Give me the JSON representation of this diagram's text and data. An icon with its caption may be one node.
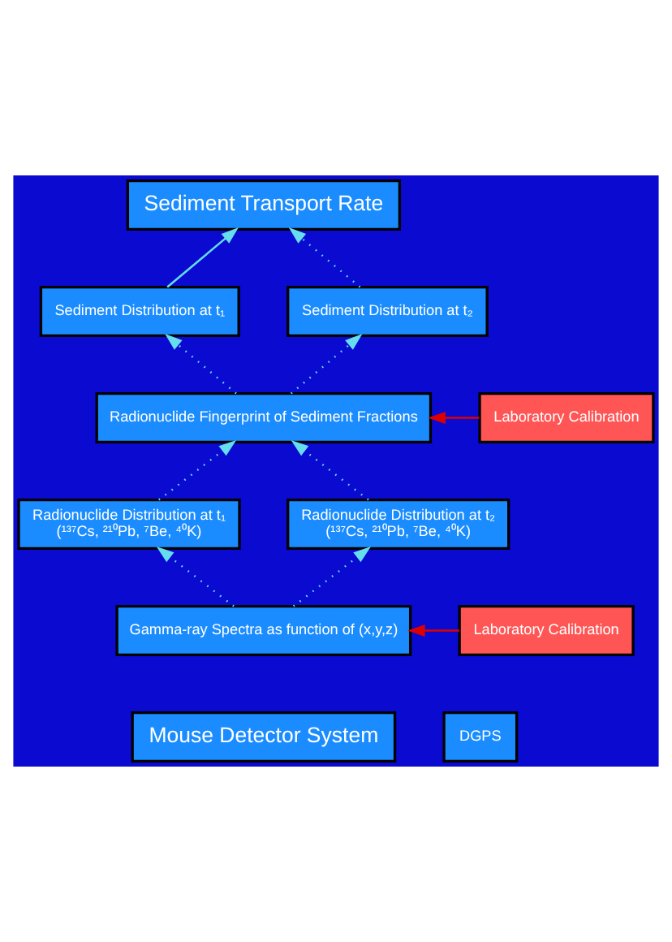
{
  "diagram": {
    "nodes": [
      {
        "text": [
          "Sediment Transport Rate"
        ]
      },
      {
        "text": [
          "Sediment Distribution at t₁"
        ]
      },
      {
        "text": [
          "Sediment Distribution at t₂"
        ]
      },
      {
        "text": [
          "Radionuclide Fingerprint of Sediment Fractions"
        ]
      },
      {
        "text": [
          "Laboratory Calibration"
        ]
      },
      {
        "text": [
          "Radionuclide Distribution at t₁",
          "(¹³⁷Cs, ²¹⁰Pb, ⁷Be, ⁴⁰K)"
        ]
      },
      {
        "text": [
          "Radionuclide Distribution at t₂",
          "(¹³⁷Cs, ²¹⁰Pb, ⁷Be, ⁴⁰K)"
        ]
      },
      {
        "text": [
          "Gamma-ray Spectra as function of (x,y,z)"
        ]
      },
      {
        "text": [
          "Laboratory Calibration"
        ]
      },
      {
        "text": [
          "Mouse Detector System"
        ]
      },
      {
        "text": [
          "DGPS"
        ]
      }
    ],
    "edges": [
      {
        "from": 1,
        "to": 0,
        "arrow": "to"
      },
      {
        "from": 2,
        "to": 0,
        "arrow": "to",
        "style": "dashed"
      },
      {
        "from": 3,
        "to": 1,
        "arrow": "to",
        "style": "dashed"
      },
      {
        "from": 3,
        "to": 2,
        "arrow": "to",
        "style": "dashed"
      },
      {
        "from": 5,
        "to": 3,
        "arrow": "to",
        "style": "dashed"
      },
      {
        "from": 6,
        "to": 3,
        "arrow": "to",
        "style": "dashed"
      },
      {
        "from": 7,
        "to": 5,
        "arrow": "to",
        "style": "dashed"
      },
      {
        "from": 7,
        "to": 6,
        "arrow": "to",
        "style": "dashed"
      },
      {
        "from": 4,
        "to": 3,
        "arrow": "to",
        "color": "#dd0000"
      },
      {
        "from": 8,
        "to": 7,
        "arrow": "to",
        "color": "#dd0000"
      }
    ]
  }
}
